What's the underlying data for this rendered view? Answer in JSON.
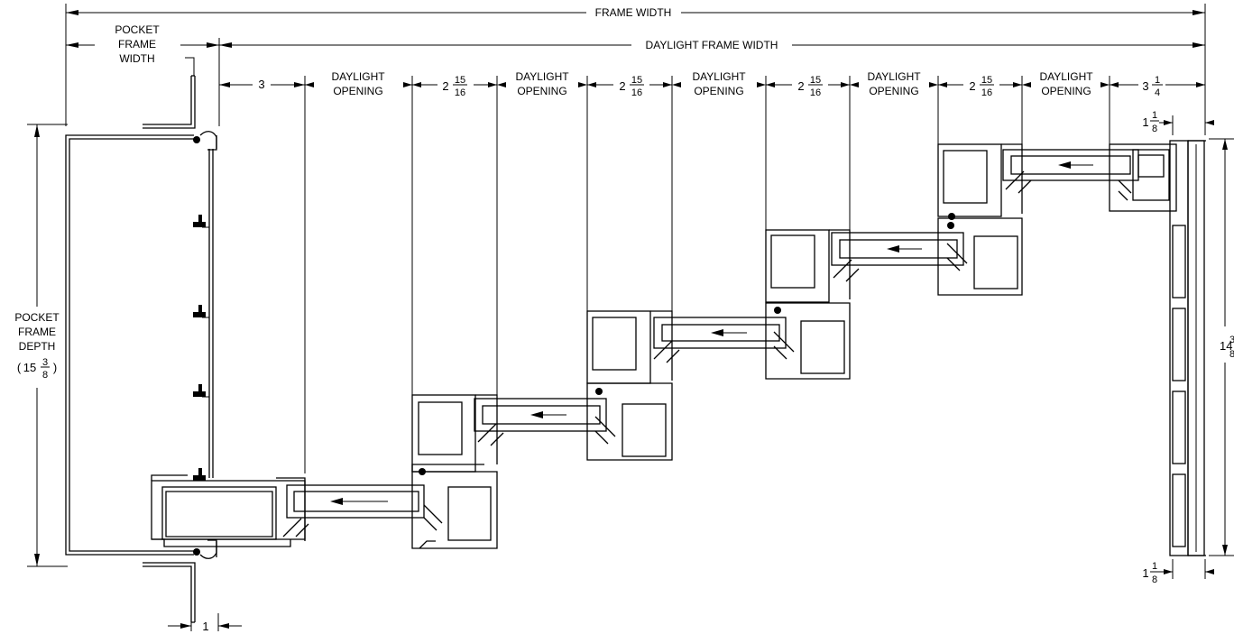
{
  "dimensions": {
    "frame_width": "FRAME WIDTH",
    "daylight_frame_width": "DAYLIGHT FRAME WIDTH",
    "pocket_frame_width": [
      "POCKET",
      "FRAME",
      "WIDTH"
    ],
    "pocket_frame_depth": [
      "POCKET",
      "FRAME",
      "DEPTH"
    ],
    "pocket_frame_depth_value": {
      "paren_open": "(",
      "whole": "15",
      "num": "3",
      "den": "8",
      "paren_close": ")"
    },
    "daylight_opening": [
      "DAYLIGHT",
      "OPENING"
    ],
    "left_offset": "3",
    "right_offset": {
      "whole": "3",
      "num": "1",
      "den": "4"
    },
    "interlock": {
      "whole": "2",
      "num": "15",
      "den": "16"
    },
    "top_right_small": {
      "whole": "1",
      "num": "1",
      "den": "8"
    },
    "bottom_right_small": {
      "whole": "1",
      "num": "1",
      "den": "8"
    },
    "right_height": {
      "whole": "14",
      "num": "3",
      "den": "8"
    },
    "bottom_left": "1"
  }
}
